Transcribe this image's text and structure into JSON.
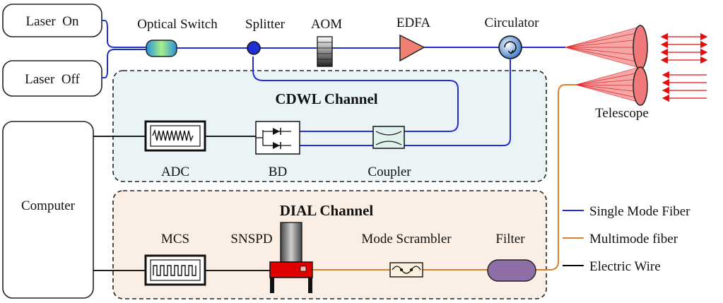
{
  "sources": {
    "laser_on": "Laser  On",
    "laser_off": "Laser  Off"
  },
  "components": {
    "optical_switch": "Optical Switch",
    "splitter": "Splitter",
    "aom": "AOM",
    "edfa": "EDFA",
    "circulator": "Circulator",
    "telescope": "Telescope",
    "computer": "Computer",
    "adc": "ADC",
    "bd": "BD",
    "coupler": "Coupler",
    "mcs": "MCS",
    "snspd": "SNSPD",
    "mode_scrambler": "Mode Scrambler",
    "filter": "Filter"
  },
  "channels": {
    "cdwl": "CDWL Channel",
    "dial": "DIAL Channel"
  },
  "legend": [
    {
      "label": "Single Mode Fiber",
      "color": "#1f2fd6"
    },
    {
      "label": "Multimode fiber",
      "color": "#d9822b"
    },
    {
      "label": "Electric Wire",
      "color": "#000000"
    }
  ],
  "colors": {
    "cdwl_bg": "#eaf4f7",
    "dial_bg": "#fbeee4",
    "telescope": "#f08080",
    "edfa": "#f08070",
    "filter": "#8f6fa8",
    "snspd_body": "#e00000",
    "beam_out": "#e01010"
  }
}
